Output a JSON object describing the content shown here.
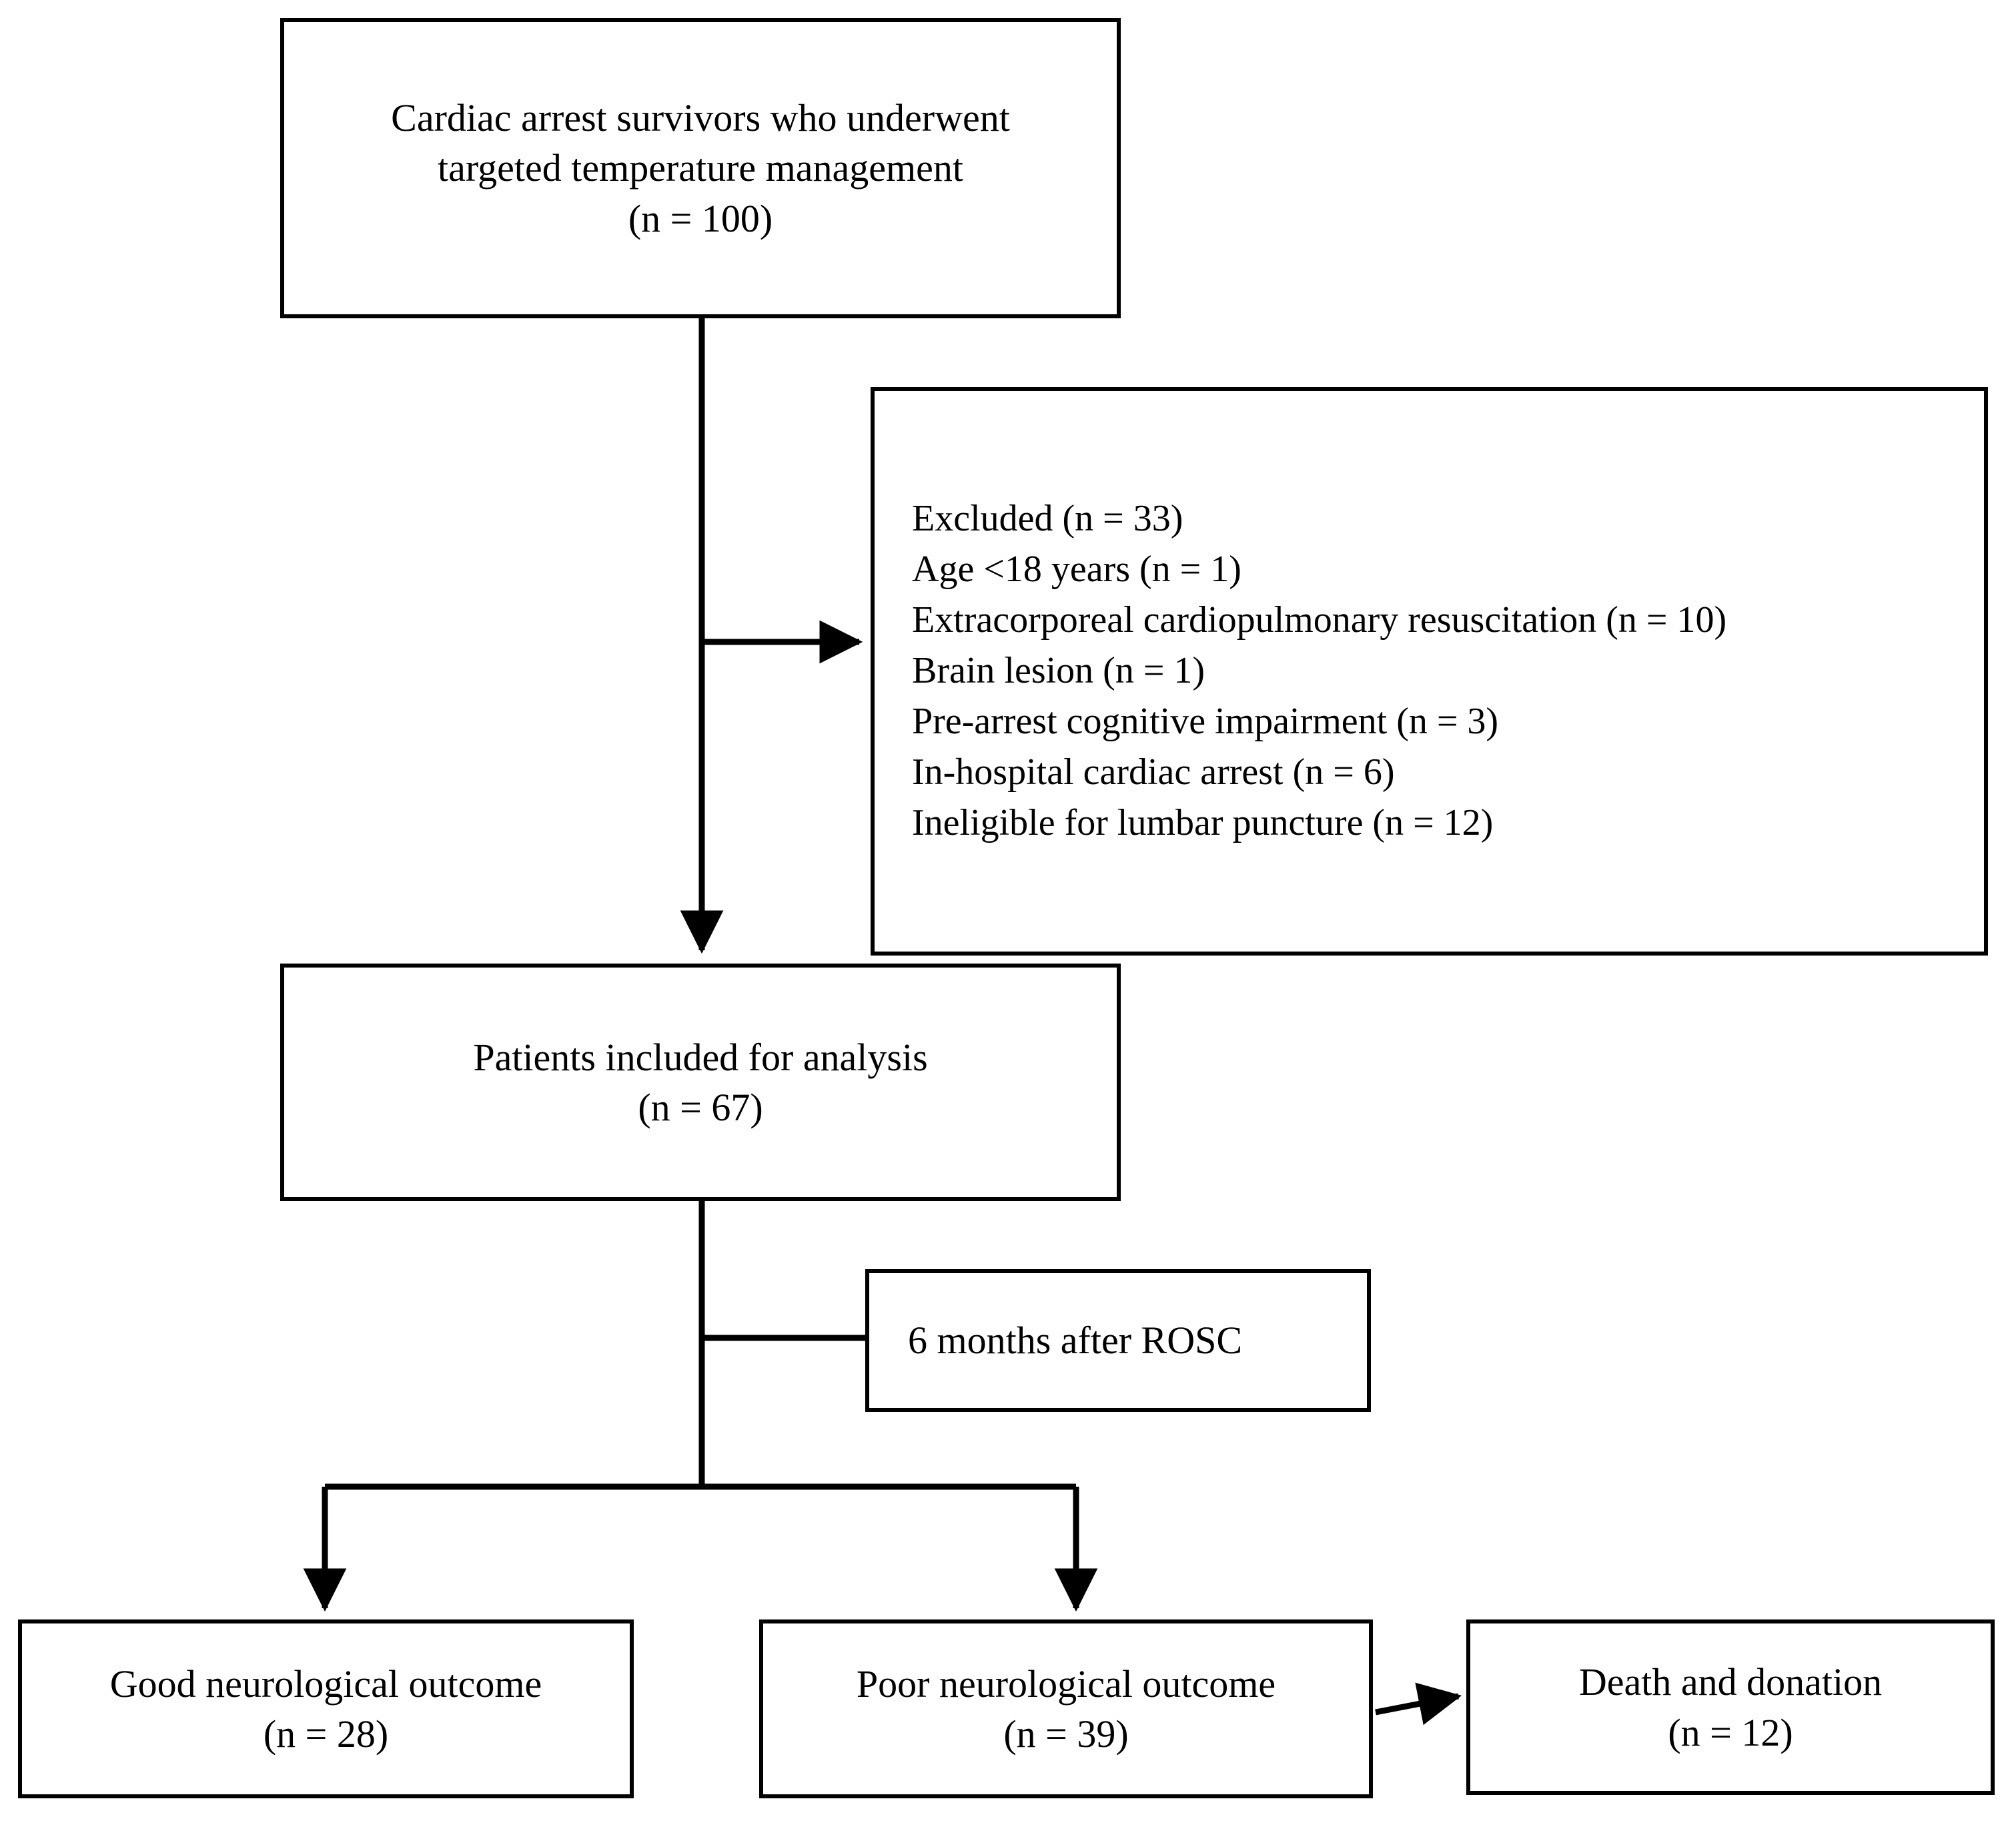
{
  "diagram": {
    "title": "Study flow diagram of cardiac arrest survivors",
    "type": "flowchart",
    "orientation": "top-to-bottom",
    "colors": {
      "background": "#ffffff",
      "box_border": "#000000",
      "text": "#000000",
      "connector": "#000000"
    },
    "nodes": {
      "enrolled": {
        "name": "enrolled-population",
        "lines": [
          "Cardiac arrest survivors who underwent",
          "targeted temperature management",
          "(n = 100)"
        ],
        "count": 100
      },
      "excluded": {
        "name": "excluded-population",
        "lines": [
          "Excluded (n = 33)",
          "Age <18 years (n = 1)",
          "Extracorporeal cardiopulmonary resuscitation (n = 10)",
          "Brain lesion (n = 1)",
          "Pre-arrest cognitive impairment (n = 3)",
          "In-hospital cardiac arrest (n = 6)",
          "Ineligible for lumbar puncture (n = 12)"
        ],
        "total": 33,
        "reasons": [
          {
            "label": "Age <18 years",
            "count": 1
          },
          {
            "label": "Extracorporeal cardiopulmonary resuscitation",
            "count": 10
          },
          {
            "label": "Brain lesion",
            "count": 1
          },
          {
            "label": "Pre-arrest cognitive impairment",
            "count": 3
          },
          {
            "label": "In-hospital cardiac arrest",
            "count": 6
          },
          {
            "label": "Ineligible for lumbar puncture",
            "count": 12
          }
        ]
      },
      "included": {
        "name": "included-population",
        "lines": [
          "Patients included for analysis",
          "(n = 67)"
        ],
        "count": 67
      },
      "followup": {
        "name": "followup-timepoint",
        "lines": [
          "6 months after ROSC"
        ]
      },
      "good_outcome": {
        "name": "good-neurological-outcome",
        "lines": [
          "Good neurological outcome",
          "(n = 28)"
        ],
        "count": 28
      },
      "poor_outcome": {
        "name": "poor-neurological-outcome",
        "lines": [
          "Poor neurological outcome",
          "(n = 39)"
        ],
        "count": 39
      },
      "death_donation": {
        "name": "death-and-donation",
        "lines": [
          "Death and donation",
          "(n = 12)"
        ],
        "count": 12
      }
    },
    "edges": [
      {
        "from": "enrolled",
        "to": "excluded",
        "style": "arrow",
        "direction": "right"
      },
      {
        "from": "enrolled",
        "to": "included",
        "style": "arrow",
        "direction": "down"
      },
      {
        "from": "included",
        "to": "followup",
        "style": "line",
        "direction": "right"
      },
      {
        "from": "included",
        "to": "good_outcome",
        "style": "arrow",
        "direction": "down-left"
      },
      {
        "from": "included",
        "to": "poor_outcome",
        "style": "arrow",
        "direction": "down-right"
      },
      {
        "from": "poor_outcome",
        "to": "death_donation",
        "style": "arrow",
        "direction": "right"
      }
    ]
  }
}
